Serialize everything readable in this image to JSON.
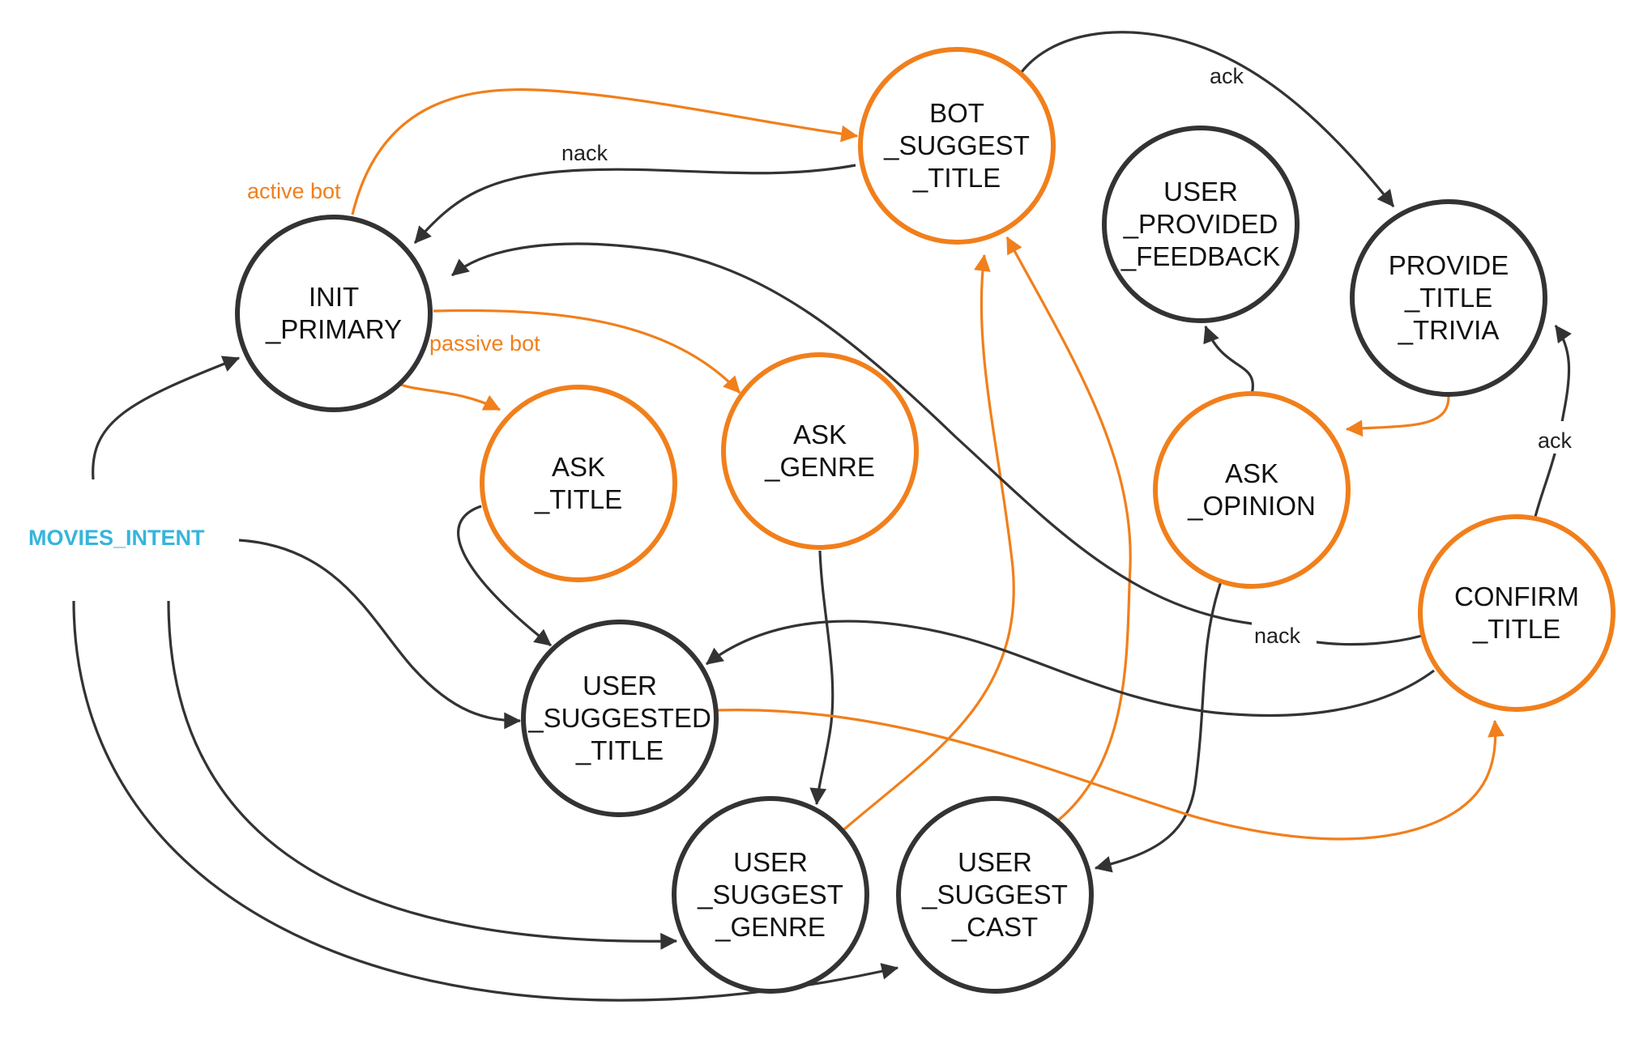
{
  "colors": {
    "dark": "#333333",
    "orange": "#f17f1b",
    "cyan": "#35b5dc",
    "label_dark": "#222222",
    "text_muted": "#333333"
  },
  "entry": {
    "label": "MOVIES_INTENT"
  },
  "nodes": [
    {
      "id": "init_primary",
      "lines": [
        "INIT",
        "_PRIMARY"
      ],
      "color": "dark"
    },
    {
      "id": "bot_suggest_title",
      "lines": [
        "BOT",
        "_SUGGEST",
        "_TITLE"
      ],
      "color": "orange"
    },
    {
      "id": "user_provided_feedback",
      "lines": [
        "USER",
        "_PROVIDED",
        "_FEEDBACK"
      ],
      "color": "dark"
    },
    {
      "id": "provide_title_trivia",
      "lines": [
        "PROVIDE",
        "_TITLE",
        "_TRIVIA"
      ],
      "color": "dark"
    },
    {
      "id": "ask_title",
      "lines": [
        "ASK",
        "_TITLE"
      ],
      "color": "orange"
    },
    {
      "id": "ask_genre",
      "lines": [
        "ASK",
        "_GENRE"
      ],
      "color": "orange"
    },
    {
      "id": "ask_opinion",
      "lines": [
        "ASK",
        "_OPINION"
      ],
      "color": "orange"
    },
    {
      "id": "confirm_title",
      "lines": [
        "CONFIRM",
        "_TITLE"
      ],
      "color": "orange"
    },
    {
      "id": "user_suggested_title",
      "lines": [
        "USER",
        "_SUGGESTED",
        "_TITLE"
      ],
      "color": "dark"
    },
    {
      "id": "user_suggest_genre",
      "lines": [
        "USER",
        "_SUGGEST",
        "_GENRE"
      ],
      "color": "dark"
    },
    {
      "id": "user_suggest_cast",
      "lines": [
        "USER",
        "_SUGGEST",
        "_CAST"
      ],
      "color": "dark"
    }
  ],
  "edge_labels": {
    "active_bot": "active bot",
    "passive_bot": "passive bot",
    "nack_top": "nack",
    "ack_top": "ack",
    "ack_right": "ack",
    "nack_bottom": "nack"
  }
}
